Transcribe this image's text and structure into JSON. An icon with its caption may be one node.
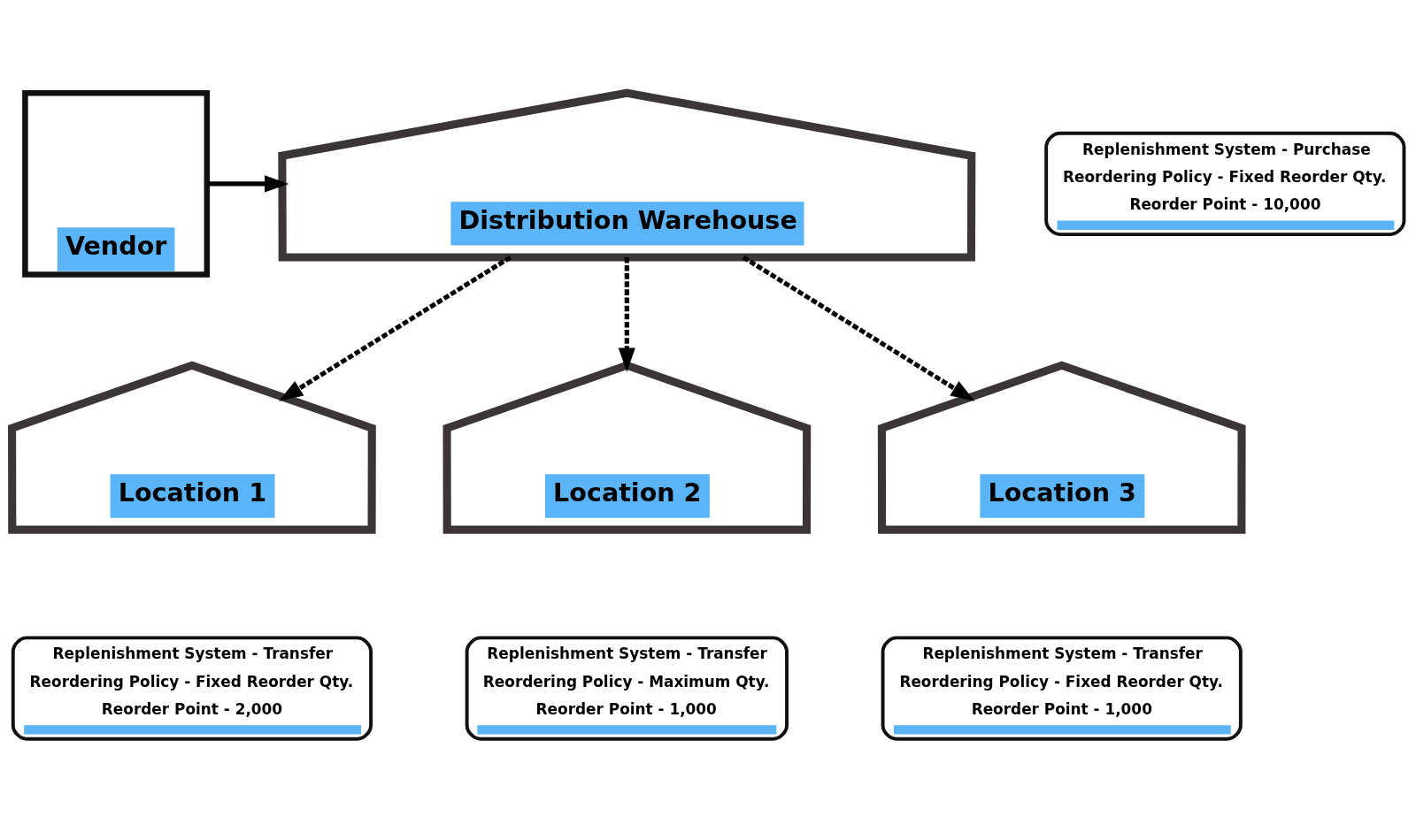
{
  "diagram": {
    "nodes": [
      {
        "text": [
          "Replenishment System - Purchase",
          "Reordering Policy - Fixed Reorder Qty.",
          "Reorder Point - 10,000"
        ]
      },
      {
        "text": [
          "Vendor"
        ]
      },
      {
        "text": [
          "Distribution Warehouse"
        ]
      },
      {
        "text": [
          "Location 1"
        ]
      },
      {
        "text": [
          "Location 2"
        ]
      },
      {
        "text": [
          "Location 3"
        ]
      },
      {
        "text": [
          "Replenishment System - Transfer",
          "Reordering Policy - Fixed Reorder Qty.",
          "Reorder Point - 2,000"
        ]
      },
      {
        "text": [
          "Replenishment System - Transfer",
          "Reordering Policy - Maximum Qty.",
          "Reorder Point - 1,000"
        ]
      },
      {
        "text": [
          "Replenishment System - Transfer",
          "Reordering Policy - Fixed Reorder Qty.",
          "Reorder Point - 1,000"
        ]
      }
    ],
    "edges": [
      {
        "from": 1,
        "to": 2,
        "arrow": "to"
      },
      {
        "from": 2,
        "to": 3,
        "arrow": "to",
        "style": "dashed"
      },
      {
        "from": 2,
        "to": 4,
        "arrow": "to",
        "style": "dashed"
      },
      {
        "from": 2,
        "to": 5,
        "arrow": "to",
        "style": "dashed"
      }
    ]
  }
}
